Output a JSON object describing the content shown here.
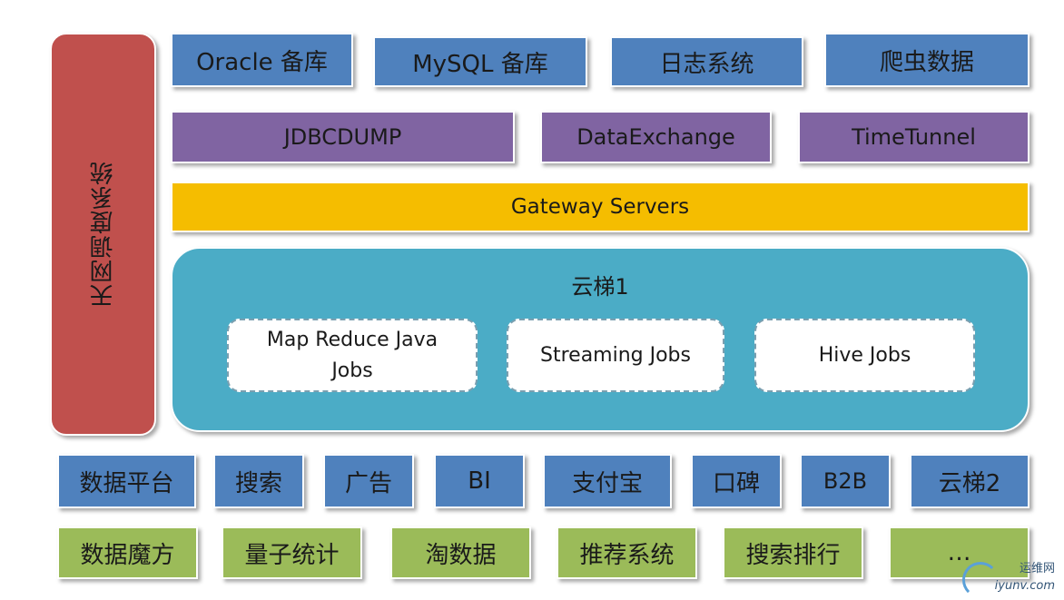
{
  "sidebar": {
    "label": "天网调度系统"
  },
  "sources": [
    "Oracle 备库",
    "MySQL 备库",
    "日志系统",
    "爬虫数据"
  ],
  "collectors": [
    "JDBCDUMP",
    "DataExchange",
    "TimeTunnel"
  ],
  "gateway": {
    "label": "Gateway Servers"
  },
  "cloud": {
    "title": "云梯1",
    "jobs": [
      "Map Reduce Java Jobs",
      "Streaming Jobs",
      "Hive Jobs"
    ]
  },
  "consumers": [
    "数据平台",
    "搜索",
    "广告",
    "BI",
    "支付宝",
    "口碑",
    "B2B",
    "云梯2"
  ],
  "products": [
    "数据魔方",
    "量子统计",
    "淘数据",
    "推荐系统",
    "搜索排行",
    "…"
  ],
  "watermark": {
    "top": "运维网",
    "bottom": "iyunv.com"
  },
  "colors": {
    "sidebar": "#c0504d",
    "sources": "#4f81bd",
    "collectors": "#8064a2",
    "gateway": "#f5bd00",
    "cloud": "#4bacc6",
    "consumers": "#4f81bd",
    "products": "#9bbb59"
  }
}
